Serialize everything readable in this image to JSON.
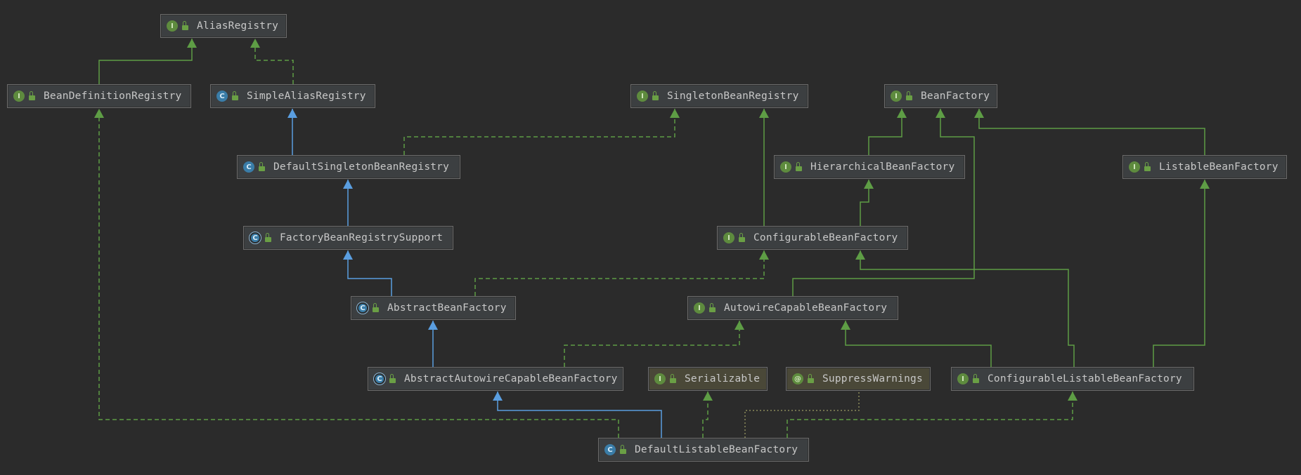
{
  "colors": {
    "background": "#2b2b2b",
    "interface_edge": "#5e9d45",
    "class_edge": "#5a9ee0",
    "annotation_edge": "#8a8a5a"
  },
  "nodes": [
    {
      "id": "AliasRegistry",
      "kind": "interface",
      "icon": "interface-icon",
      "label": "AliasRegistry"
    },
    {
      "id": "BeanDefinitionRegistry",
      "kind": "interface",
      "icon": "interface-icon",
      "label": "BeanDefinitionRegistry"
    },
    {
      "id": "SimpleAliasRegistry",
      "kind": "class",
      "icon": "class-icon",
      "label": "SimpleAliasRegistry"
    },
    {
      "id": "SingletonBeanRegistry",
      "kind": "interface",
      "icon": "interface-icon",
      "label": "SingletonBeanRegistry"
    },
    {
      "id": "BeanFactory",
      "kind": "interface",
      "icon": "interface-icon",
      "label": "BeanFactory"
    },
    {
      "id": "DefaultSingletonBeanRegistry",
      "kind": "class",
      "icon": "class-icon",
      "label": "DefaultSingletonBeanRegistry"
    },
    {
      "id": "HierarchicalBeanFactory",
      "kind": "interface",
      "icon": "interface-icon",
      "label": "HierarchicalBeanFactory"
    },
    {
      "id": "ListableBeanFactory",
      "kind": "interface",
      "icon": "interface-icon",
      "label": "ListableBeanFactory"
    },
    {
      "id": "FactoryBeanRegistrySupport",
      "kind": "abstract",
      "icon": "abstract-class-icon",
      "label": "FactoryBeanRegistrySupport"
    },
    {
      "id": "ConfigurableBeanFactory",
      "kind": "interface",
      "icon": "interface-icon",
      "label": "ConfigurableBeanFactory"
    },
    {
      "id": "AbstractBeanFactory",
      "kind": "abstract",
      "icon": "abstract-class-icon",
      "label": "AbstractBeanFactory"
    },
    {
      "id": "AutowireCapableBeanFactory",
      "kind": "interface",
      "icon": "interface-icon",
      "label": "AutowireCapableBeanFactory"
    },
    {
      "id": "AbstractAutowireCapableBeanFactory",
      "kind": "abstract",
      "icon": "abstract-class-icon",
      "label": "AbstractAutowireCapableBeanFactory"
    },
    {
      "id": "Serializable",
      "kind": "interface",
      "icon": "interface-icon",
      "label": "Serializable"
    },
    {
      "id": "SuppressWarnings",
      "kind": "annotation",
      "icon": "annotation-icon",
      "label": "SuppressWarnings"
    },
    {
      "id": "ConfigurableListableBeanFactory",
      "kind": "interface",
      "icon": "interface-icon",
      "label": "ConfigurableListableBeanFactory"
    },
    {
      "id": "DefaultListableBeanFactory",
      "kind": "class",
      "icon": "class-icon",
      "label": "DefaultListableBeanFactory"
    }
  ],
  "edges": [
    {
      "from": "BeanDefinitionRegistry",
      "to": "AliasRegistry",
      "type": "interface-extends"
    },
    {
      "from": "SimpleAliasRegistry",
      "to": "AliasRegistry",
      "type": "implements"
    },
    {
      "from": "DefaultSingletonBeanRegistry",
      "to": "SimpleAliasRegistry",
      "type": "class-extends"
    },
    {
      "from": "DefaultSingletonBeanRegistry",
      "to": "SingletonBeanRegistry",
      "type": "implements"
    },
    {
      "from": "FactoryBeanRegistrySupport",
      "to": "DefaultSingletonBeanRegistry",
      "type": "class-extends"
    },
    {
      "from": "AbstractBeanFactory",
      "to": "FactoryBeanRegistrySupport",
      "type": "class-extends"
    },
    {
      "from": "AbstractBeanFactory",
      "to": "ConfigurableBeanFactory",
      "type": "implements"
    },
    {
      "from": "AbstractAutowireCapableBeanFactory",
      "to": "AbstractBeanFactory",
      "type": "class-extends"
    },
    {
      "from": "AbstractAutowireCapableBeanFactory",
      "to": "AutowireCapableBeanFactory",
      "type": "implements"
    },
    {
      "from": "DefaultListableBeanFactory",
      "to": "AbstractAutowireCapableBeanFactory",
      "type": "class-extends"
    },
    {
      "from": "DefaultListableBeanFactory",
      "to": "Serializable",
      "type": "implements"
    },
    {
      "from": "DefaultListableBeanFactory",
      "to": "ConfigurableListableBeanFactory",
      "type": "implements"
    },
    {
      "from": "DefaultListableBeanFactory",
      "to": "BeanDefinitionRegistry",
      "type": "implements"
    },
    {
      "from": "DefaultListableBeanFactory",
      "to": "SuppressWarnings",
      "type": "annotated"
    },
    {
      "from": "HierarchicalBeanFactory",
      "to": "BeanFactory",
      "type": "interface-extends"
    },
    {
      "from": "ListableBeanFactory",
      "to": "BeanFactory",
      "type": "interface-extends"
    },
    {
      "from": "AutowireCapableBeanFactory",
      "to": "BeanFactory",
      "type": "interface-extends"
    },
    {
      "from": "ConfigurableBeanFactory",
      "to": "HierarchicalBeanFactory",
      "type": "interface-extends"
    },
    {
      "from": "ConfigurableBeanFactory",
      "to": "SingletonBeanRegistry",
      "type": "interface-extends"
    },
    {
      "from": "ConfigurableListableBeanFactory",
      "to": "AutowireCapableBeanFactory",
      "type": "interface-extends"
    },
    {
      "from": "ConfigurableListableBeanFactory",
      "to": "ConfigurableBeanFactory",
      "type": "interface-extends"
    },
    {
      "from": "ConfigurableListableBeanFactory",
      "to": "ListableBeanFactory",
      "type": "interface-extends"
    }
  ]
}
